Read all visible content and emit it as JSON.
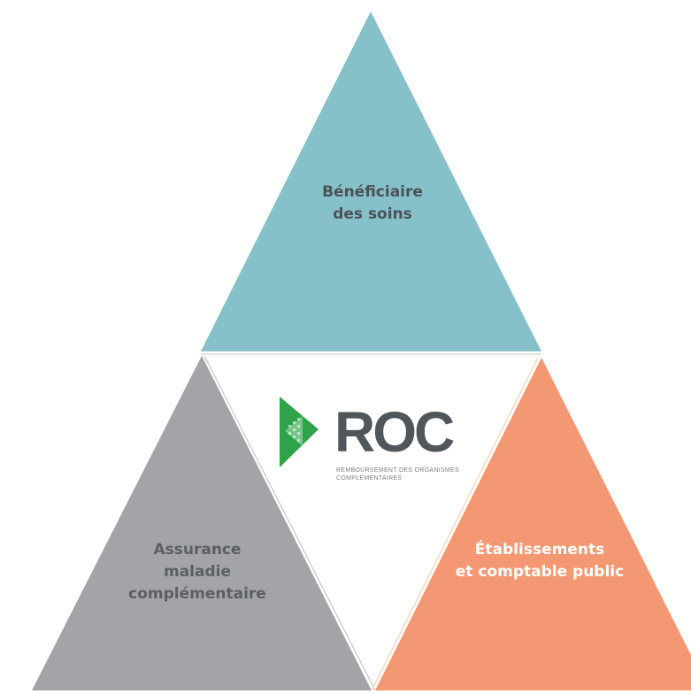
{
  "diagram": {
    "top": {
      "lines": [
        "Bénéficiaire",
        "des soins"
      ],
      "color": "#86c0c9"
    },
    "left": {
      "lines": [
        "Assurance",
        "maladie",
        "complémentaire"
      ],
      "color": "#a3a4a7"
    },
    "right": {
      "lines": [
        "Établissements",
        "et comptable public"
      ],
      "color": "#f39872"
    }
  },
  "logo": {
    "text": "ROC",
    "tagline": [
      "REMBOURSEMENT DES ORGANISMES",
      "COMPLÉMENTAIRES"
    ],
    "accent_color": "#2fa34a"
  }
}
